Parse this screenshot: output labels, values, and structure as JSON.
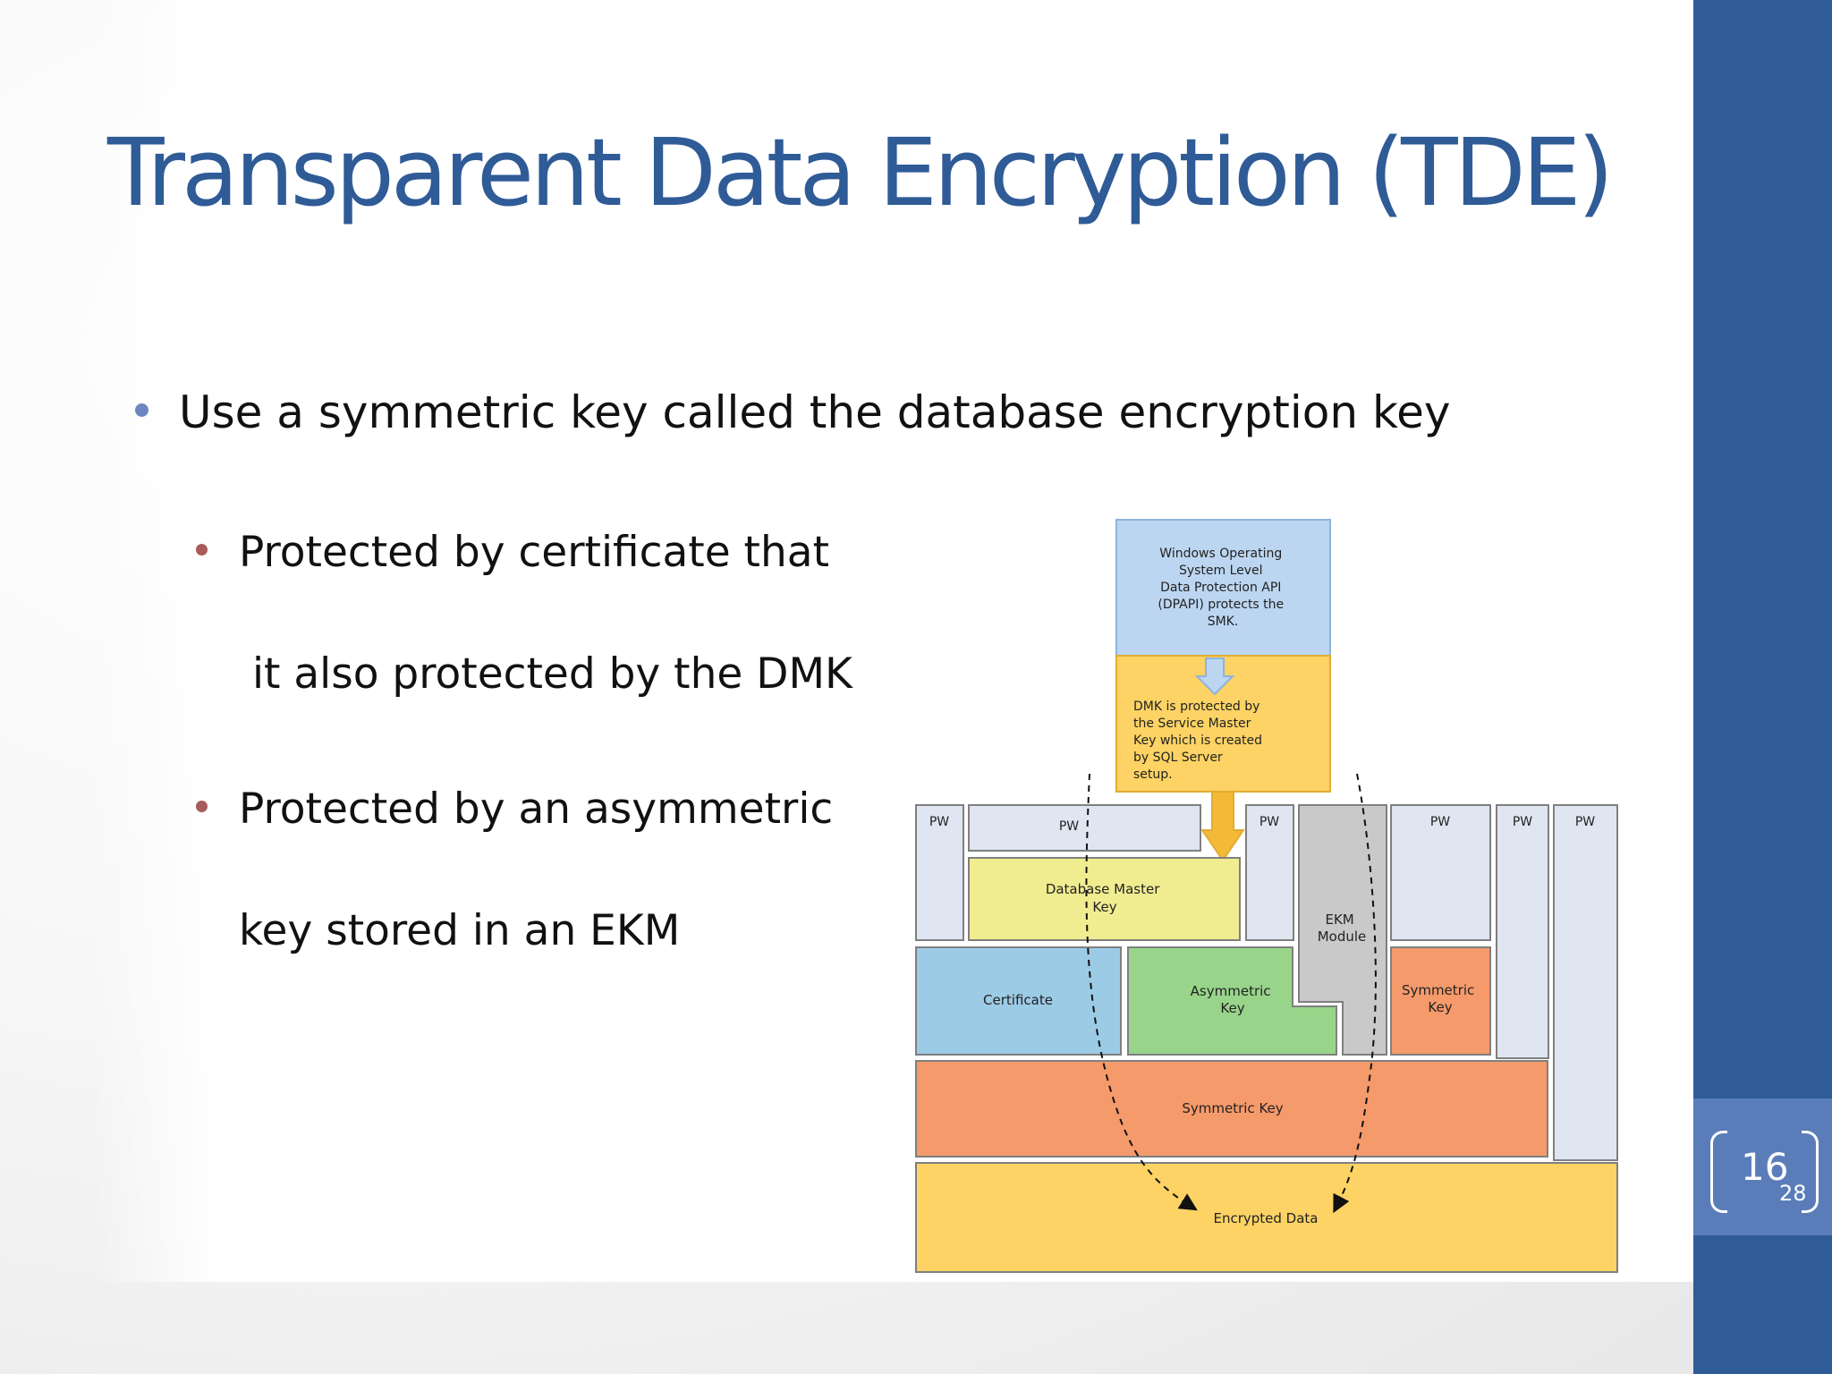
{
  "slide": {
    "title": "Transparent Data Encryption (TDE)",
    "bullets": {
      "main": "Use a symmetric key called the database encryption key",
      "sub1_line1": "Protected by certificate that",
      "sub1_line2": " it also protected by the DMK",
      "sub2_line1": "Protected by an asymmetric",
      "sub2_line2": "key stored in an EKM"
    },
    "page_number": "16",
    "page_sub": "28"
  },
  "diagram": {
    "dpapi_lines": [
      "Windows Operating",
      "System Level",
      "Data Protection API",
      "(DPAPI) protects the",
      "SMK."
    ],
    "dmk_lines": [
      "DMK is protected by",
      "the Service Master",
      "Key which is created",
      "by SQL Server",
      "setup."
    ],
    "pw": "PW",
    "dmk_box_lines": [
      "Database Master",
      "Key"
    ],
    "ekm_lines": [
      "EKM",
      "Module"
    ],
    "certificate": "Certificate",
    "asym_lines": [
      "Asymmetric",
      "Key"
    ],
    "sym_small_lines": [
      "Symmetric",
      "Key"
    ],
    "symmetric_key": "Symmetric Key",
    "encrypted_data": "Encrypted Data"
  },
  "colors": {
    "title": "#2f5b97",
    "sidebar": "#2f5b97",
    "pw_fill": "#dfe6f2",
    "dpapi_fill": "#bcd6f1",
    "dmk_fill": "#fcd364",
    "master_key_fill": "#f0ed90",
    "certificate_fill": "#9ccbe5",
    "asym_fill": "#98d58b",
    "ekm_fill": "#c9c9c9",
    "sym_fill": "#f59a6b",
    "encrypted_fill": "#fcd364"
  }
}
